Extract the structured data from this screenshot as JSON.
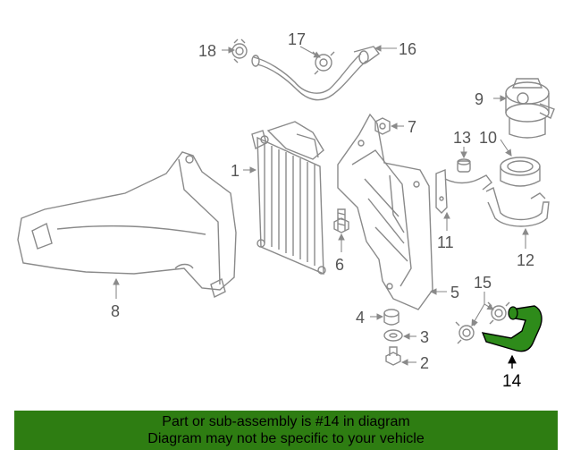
{
  "diagram": {
    "highlight_color": "#2e8b1a",
    "line_color": "#8a8a8a",
    "callouts": {
      "n1": "1",
      "n2": "2",
      "n3": "3",
      "n4": "4",
      "n5": "5",
      "n6": "6",
      "n7": "7",
      "n8": "8",
      "n9": "9",
      "n10": "10",
      "n11": "11",
      "n12": "12",
      "n13": "13",
      "n14": "14",
      "n15": "15",
      "n16": "16",
      "n17": "17",
      "n18": "18"
    }
  },
  "banner": {
    "line1": "Part or sub-assembly is #14 in diagram",
    "line2": "Diagram may not be specific to your vehicle",
    "background": "#2e7d12"
  }
}
